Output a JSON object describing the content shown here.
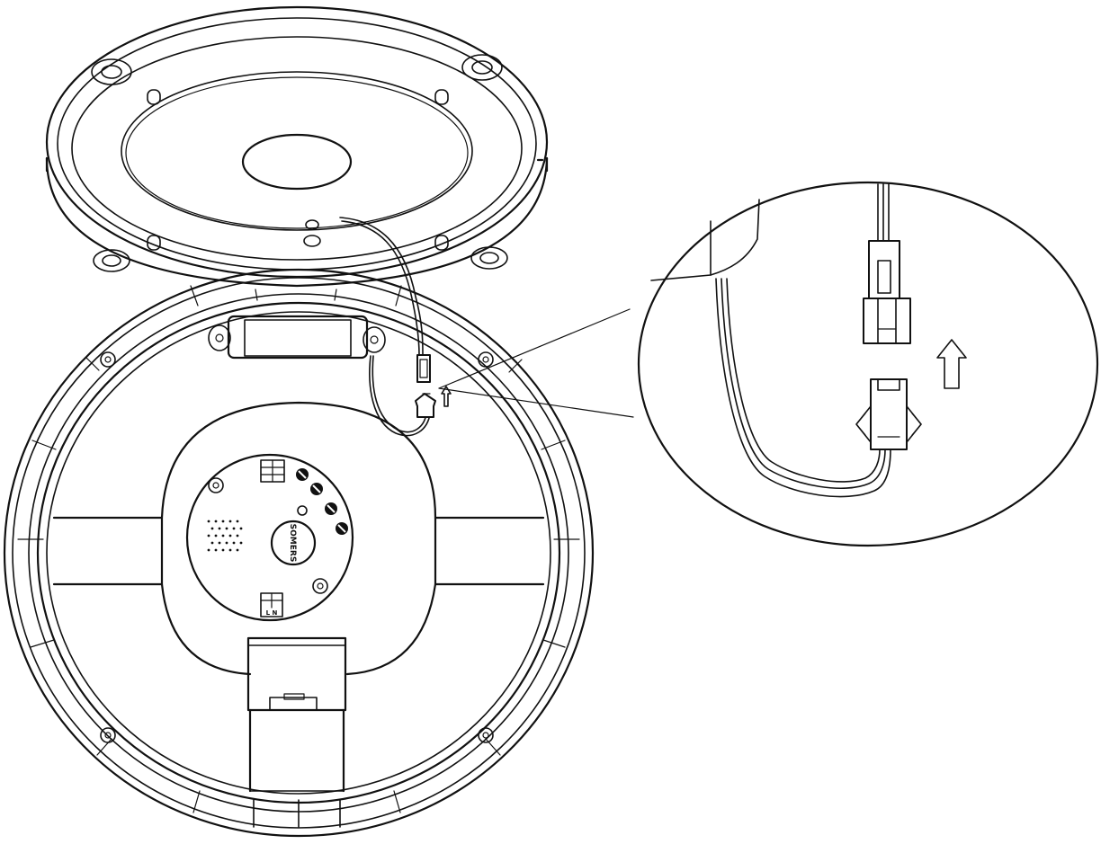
{
  "diagram": {
    "kind": "assembly-illustration",
    "stroke_color": "#111111",
    "background": "#ffffff",
    "sensor_label": "SOMERS",
    "terminal_label": "L N"
  }
}
